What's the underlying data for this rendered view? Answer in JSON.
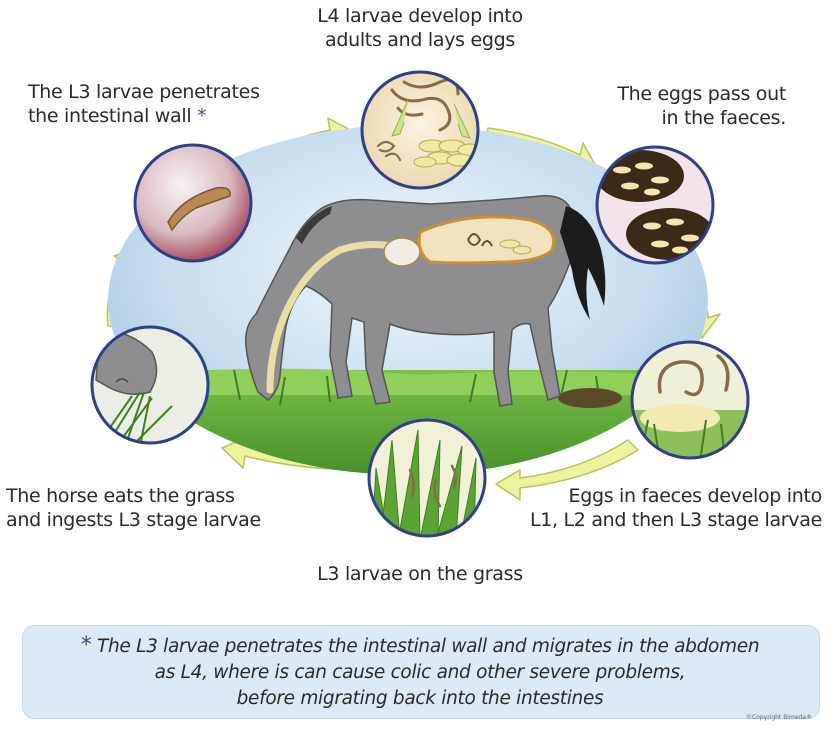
{
  "labels": {
    "top": [
      "L4 larvae develop into",
      "adults and lays eggs"
    ],
    "upper_left": [
      "The L3 larvae penetrates",
      "the intestinal wall"
    ],
    "upper_left_marker": "*",
    "upper_right": [
      "The eggs pass out",
      "in the faeces."
    ],
    "lower_left": [
      "The horse eats the grass",
      "and ingests L3 stage larvae"
    ],
    "lower_right": [
      "Eggs in faeces develop into",
      "L1, L2 and then L3 stage larvae"
    ],
    "bottom": "L3 larvae on the grass"
  },
  "footnote": {
    "marker": "*",
    "lines": [
      "The L3 larvae penetrates the intestinal wall and migrates in the abdomen",
      "as L4, where is can cause colic and other severe problems,",
      "before migrating back into the intestines"
    ]
  },
  "copyright": "©Copyright Bimeda®",
  "colors": {
    "arrow_fill": "#eef3a0",
    "arrow_stroke": "#b7c35a",
    "circle_border": "#2f3f8a",
    "sky": "#c7dff0",
    "horse": "#8e8e90",
    "grass": "#4e9a2e",
    "footnote_bg": "#dde9f4"
  },
  "icons": [
    "horse-illustration",
    "larvae-adult-icon",
    "eggs-in-faeces-icon",
    "larvae-in-faeces-icon",
    "larvae-on-grass-icon",
    "horse-eating-grass-icon",
    "intestinal-wall-larva-icon"
  ]
}
